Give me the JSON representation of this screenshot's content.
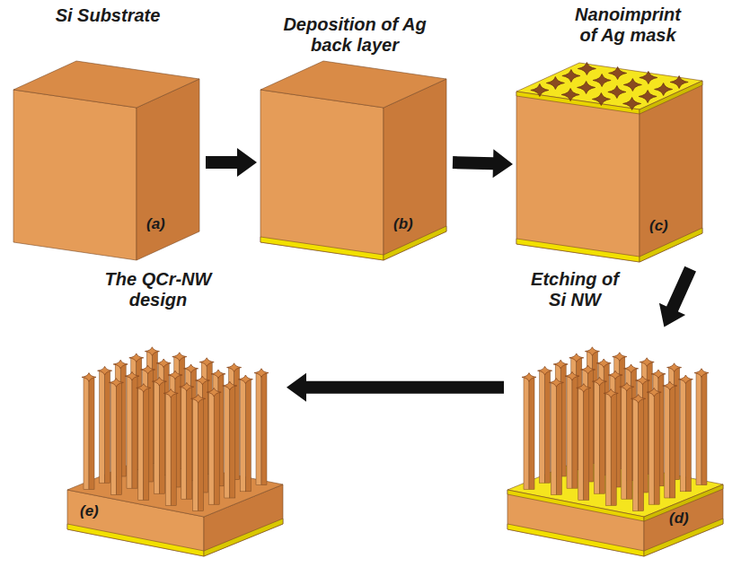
{
  "diagram": {
    "nodes": [
      {
        "text": [
          "Si Substrate",
          "(a)"
        ]
      },
      {
        "text": [
          "Deposition of Ag back layer",
          "(b)"
        ]
      },
      {
        "text": [
          "Nanoimprint of Ag mask",
          "(c)"
        ]
      },
      {
        "text": [
          "Etching of Si NW",
          "(d)"
        ]
      },
      {
        "text": [
          "The QCr-NW design",
          "(e)"
        ]
      }
    ],
    "edges": [
      {
        "from": 0,
        "to": 1,
        "arrow": "to"
      },
      {
        "from": 1,
        "to": 2,
        "arrow": "to"
      },
      {
        "from": 2,
        "to": 3,
        "arrow": "to"
      },
      {
        "from": 3,
        "to": 4,
        "arrow": "to"
      }
    ]
  }
}
